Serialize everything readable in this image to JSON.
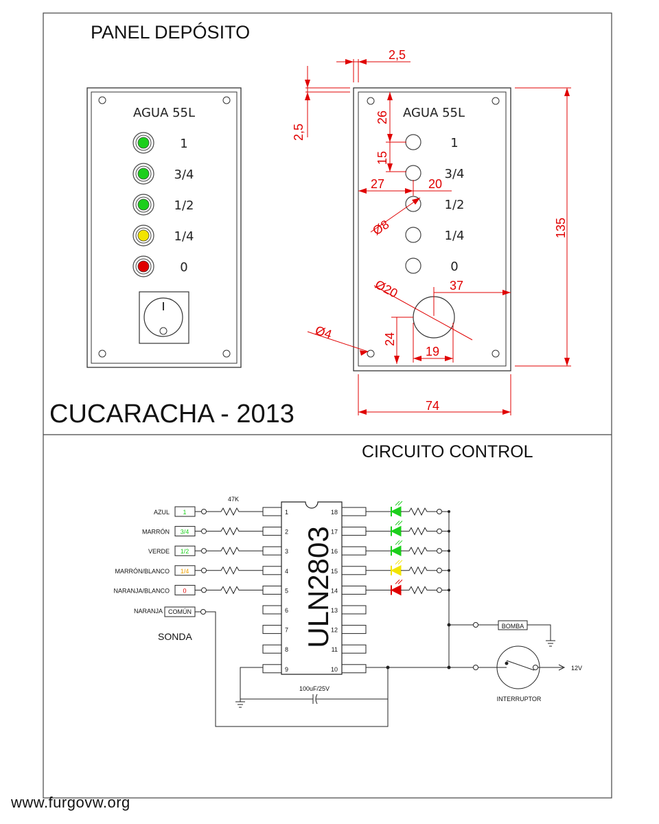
{
  "panel": {
    "title": "PANEL DEPÓSITO",
    "panel_label": "AGUA 55L",
    "levels": [
      {
        "label": "1",
        "color": "#1ccf1c"
      },
      {
        "label": "3/4",
        "color": "#1ccf1c"
      },
      {
        "label": "1/2",
        "color": "#1ccf1c"
      },
      {
        "label": "1/4",
        "color": "#f2e400"
      },
      {
        "label": "0",
        "color": "#e00000"
      }
    ]
  },
  "dimensions": {
    "top_offset": "2,5",
    "left_offset": "2,5",
    "first_led": "26",
    "led_spacing": "15",
    "led_x": "27",
    "led_label_gap": "20",
    "led_diameter": "Ø8",
    "switch_diameter": "Ø20",
    "switch_x": "37",
    "hole_diameter": "Ø4",
    "switch_y": "24",
    "switch_w": "19",
    "height": "135",
    "width": "74"
  },
  "author": "CUCARACHA - 2013",
  "circuit": {
    "title": "CIRCUITO CONTROL",
    "chip": "ULN2803",
    "resistor_value": "47K",
    "inputs": [
      {
        "wire": "AZUL",
        "level": "1",
        "level_color": "#1ccf1c"
      },
      {
        "wire": "MARRÓN",
        "level": "3/4",
        "level_color": "#1ccf1c"
      },
      {
        "wire": "VERDE",
        "level": "1/2",
        "level_color": "#1ccf1c"
      },
      {
        "wire": "MARRÓN/BLANCO",
        "level": "1/4",
        "level_color": "#f0a000"
      },
      {
        "wire": "NARANJA/BLANCO",
        "level": "0",
        "level_color": "#e00000"
      }
    ],
    "common_wire": "NARANJA",
    "common_label": "COMÚN",
    "probe_label": "SONDA",
    "left_pins": [
      "1",
      "2",
      "3",
      "4",
      "5",
      "6",
      "7",
      "8",
      "9"
    ],
    "right_pins": [
      "18",
      "17",
      "16",
      "15",
      "14",
      "13",
      "12",
      "11",
      "10"
    ],
    "led_colors": [
      "#1ccf1c",
      "#1ccf1c",
      "#1ccf1c",
      "#f2e400",
      "#e00000"
    ],
    "capacitor": "100uF/25V",
    "pump": "BOMBA",
    "switch": "INTERRUPTOR",
    "supply": "12V"
  },
  "watermark": "www.furgovw.org"
}
